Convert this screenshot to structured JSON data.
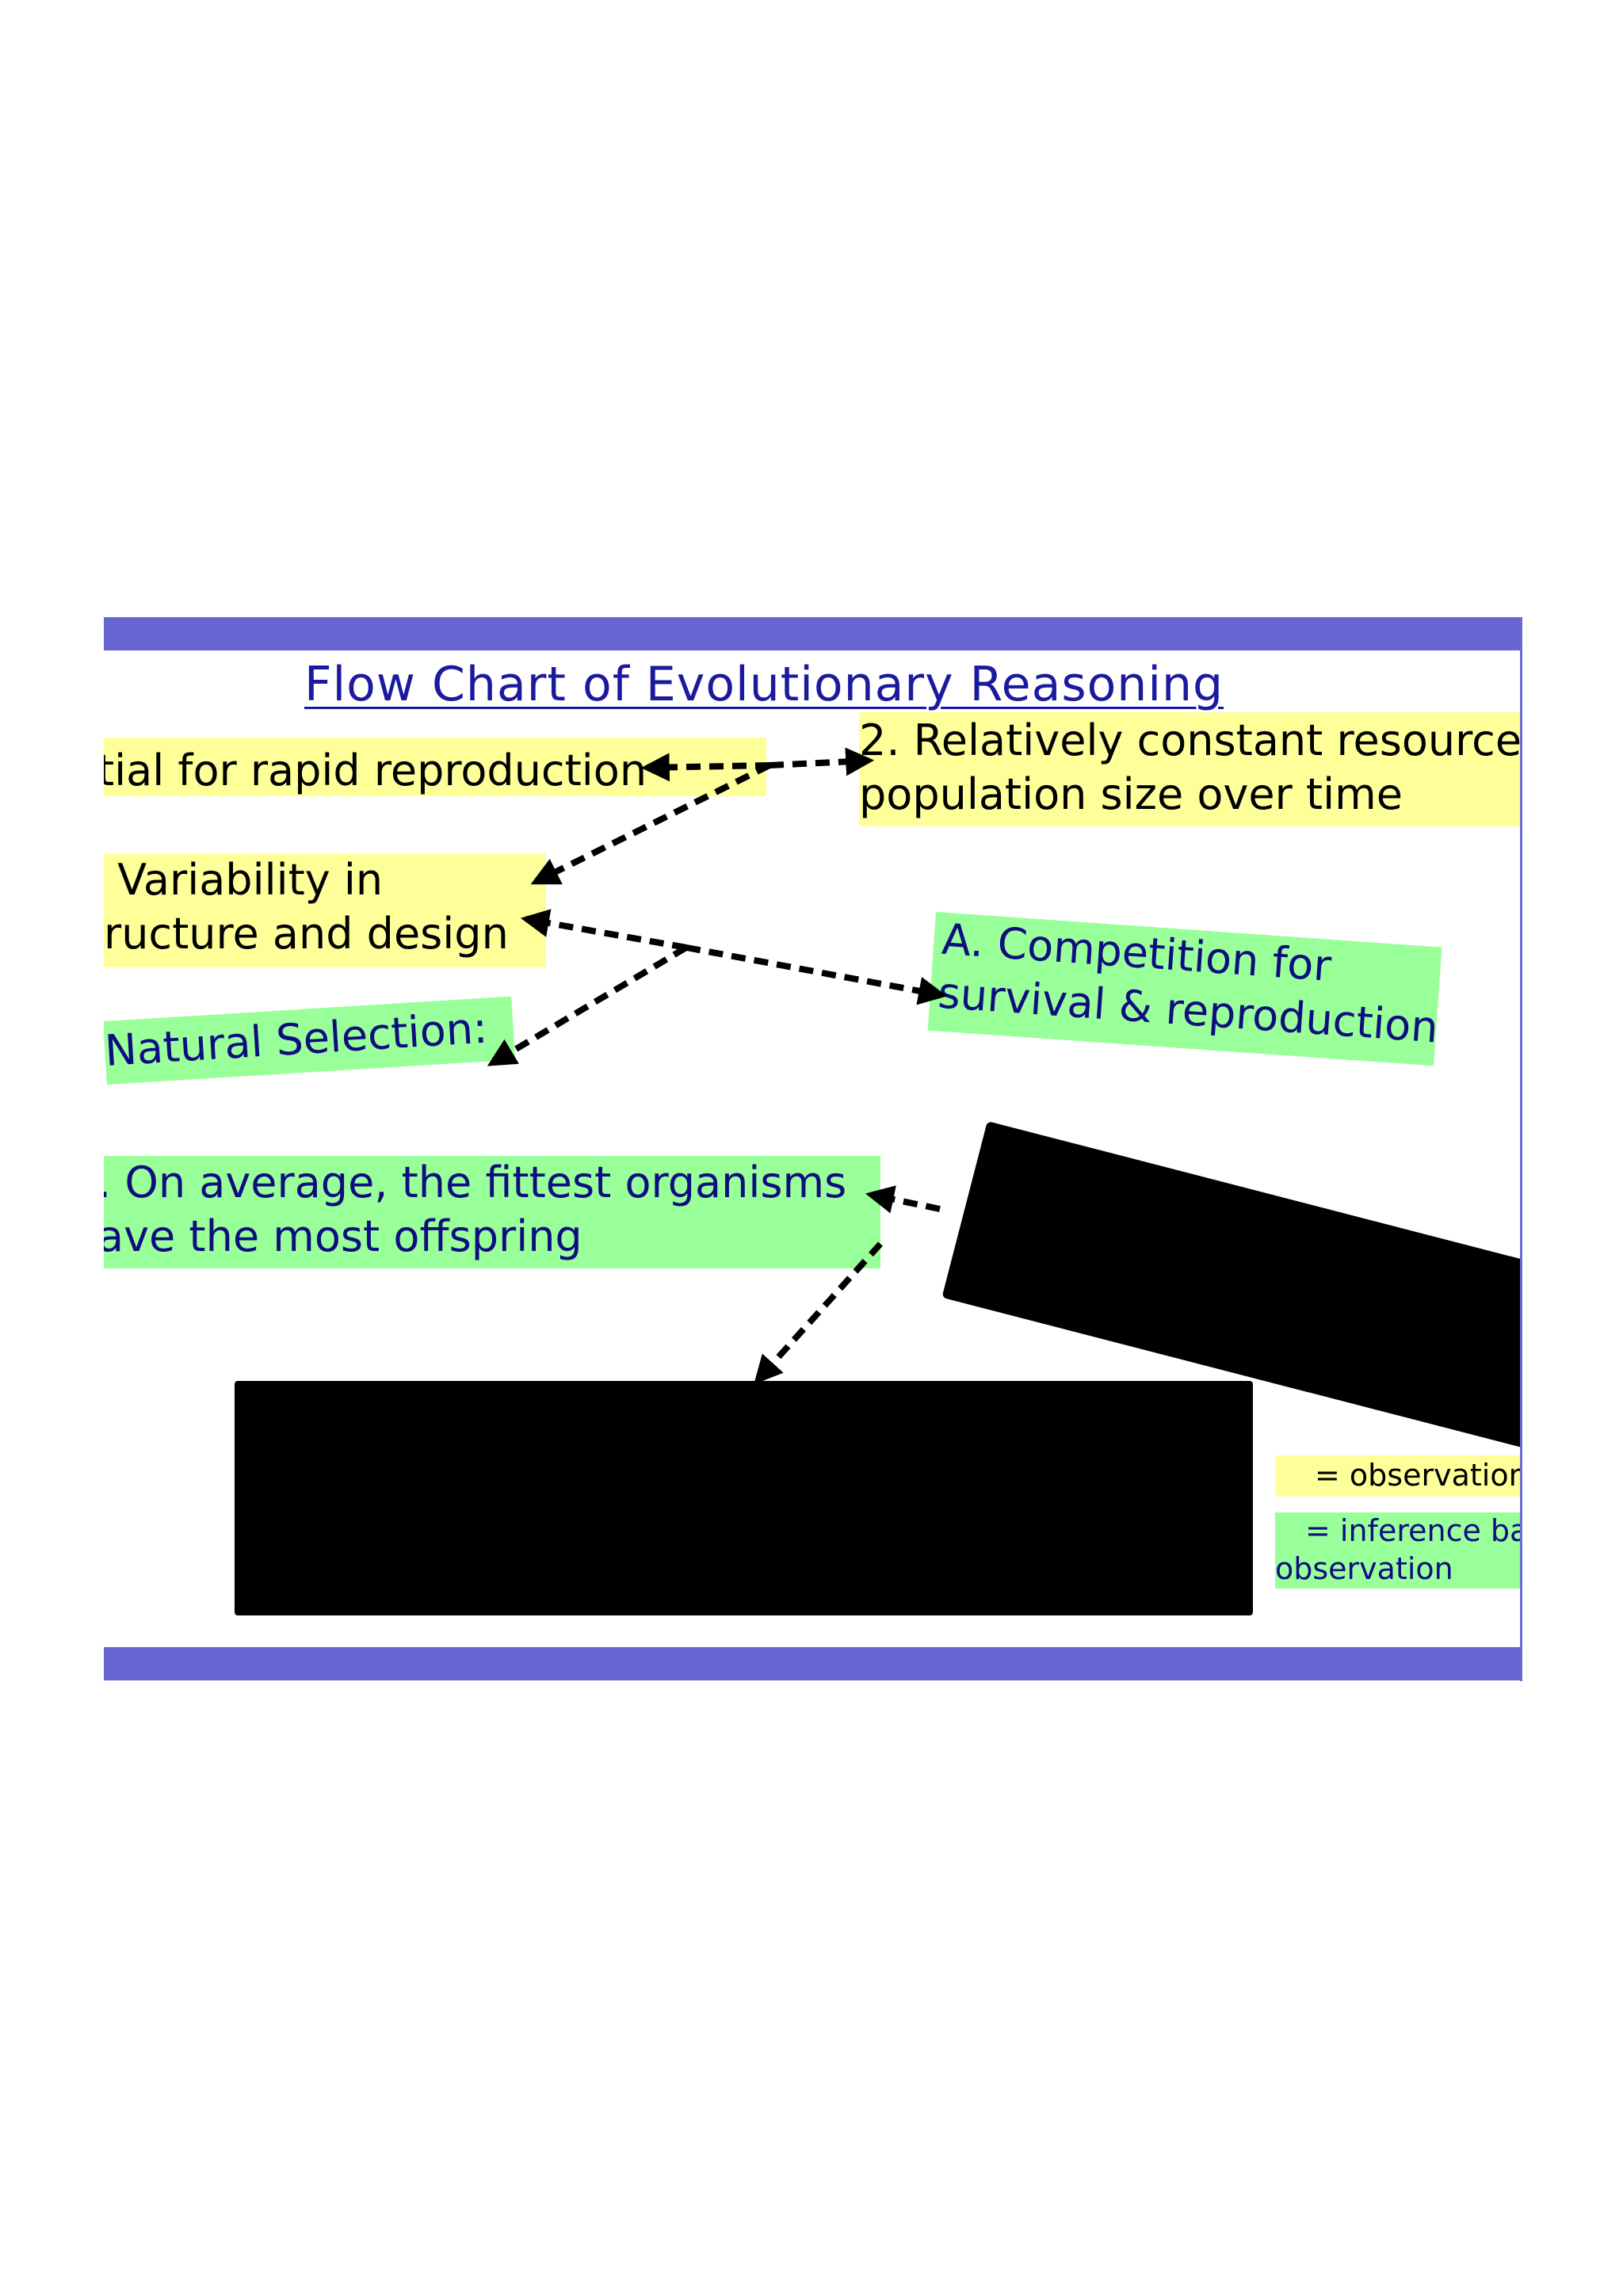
{
  "title": "Flow Chart of Evolutionary Reasoning",
  "boxes": {
    "reproduction": "tial for rapid reproduction",
    "resources_line1": "2. Relatively constant resource",
    "resources_line2": "population size over time",
    "variability_line1": " Variability in",
    "variability_line2": "ructure and design",
    "competition_line1": "A. Competition for",
    "competition_line2": "survival & reproduction",
    "natural_selection": "Natural Selection:",
    "average_line1": ". On average, the fittest organisms",
    "average_line2": "ave the most offspring"
  },
  "legend": {
    "observation": "= observation",
    "inference_line1": "= inference bas",
    "inference_line2": "observation"
  },
  "colors": {
    "band": "#6464d2",
    "observation": "#ffff99",
    "inference": "#99ff99",
    "title": "#1a1a9e",
    "inference_text": "#0d0d80"
  }
}
